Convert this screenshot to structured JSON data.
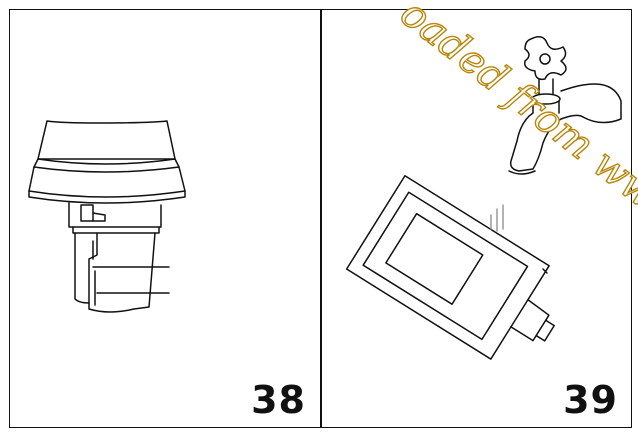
{
  "figures": [
    {
      "number": "38",
      "illustration": "device-cover-icon"
    },
    {
      "number": "39",
      "illustration": "faucet-rinse-icon"
    }
  ],
  "watermark": {
    "text": "oaded from www.vandenb",
    "color": "#b8860b"
  }
}
